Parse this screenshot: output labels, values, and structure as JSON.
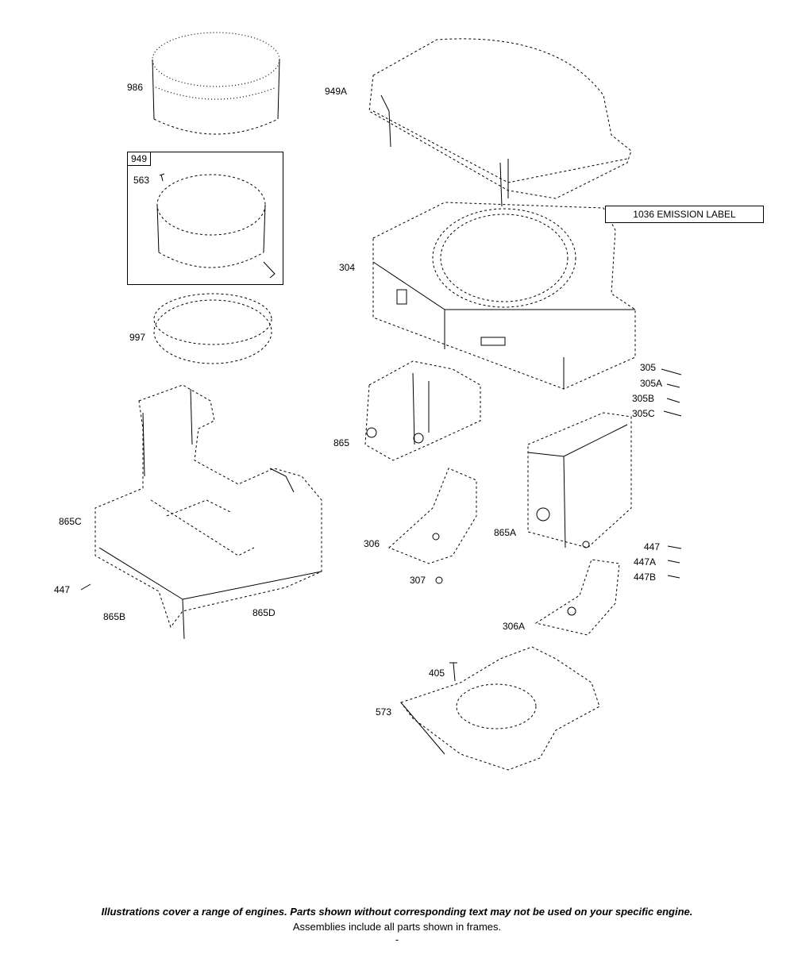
{
  "labels": {
    "p986": "986",
    "p949": "949",
    "p563": "563",
    "p997": "997",
    "p949A": "949A",
    "p1036": "1036 EMISSION LABEL",
    "p304": "304",
    "p305": "305",
    "p305A": "305A",
    "p305B": "305B",
    "p305C": "305C",
    "p865": "865",
    "p865C": "865C",
    "p865A": "865A",
    "p306": "306",
    "p307": "307",
    "p447": "447",
    "p447A": "447A",
    "p447B": "447B",
    "p447L": "447",
    "p865B": "865B",
    "p865D": "865D",
    "p306A": "306A",
    "p405": "405",
    "p573": "573"
  },
  "footer": {
    "line1": "Illustrations cover a range of engines. Parts shown without corresponding text may not be used on your specific engine.",
    "line2": "Assemblies include all parts shown in frames.",
    "line3": "-"
  }
}
